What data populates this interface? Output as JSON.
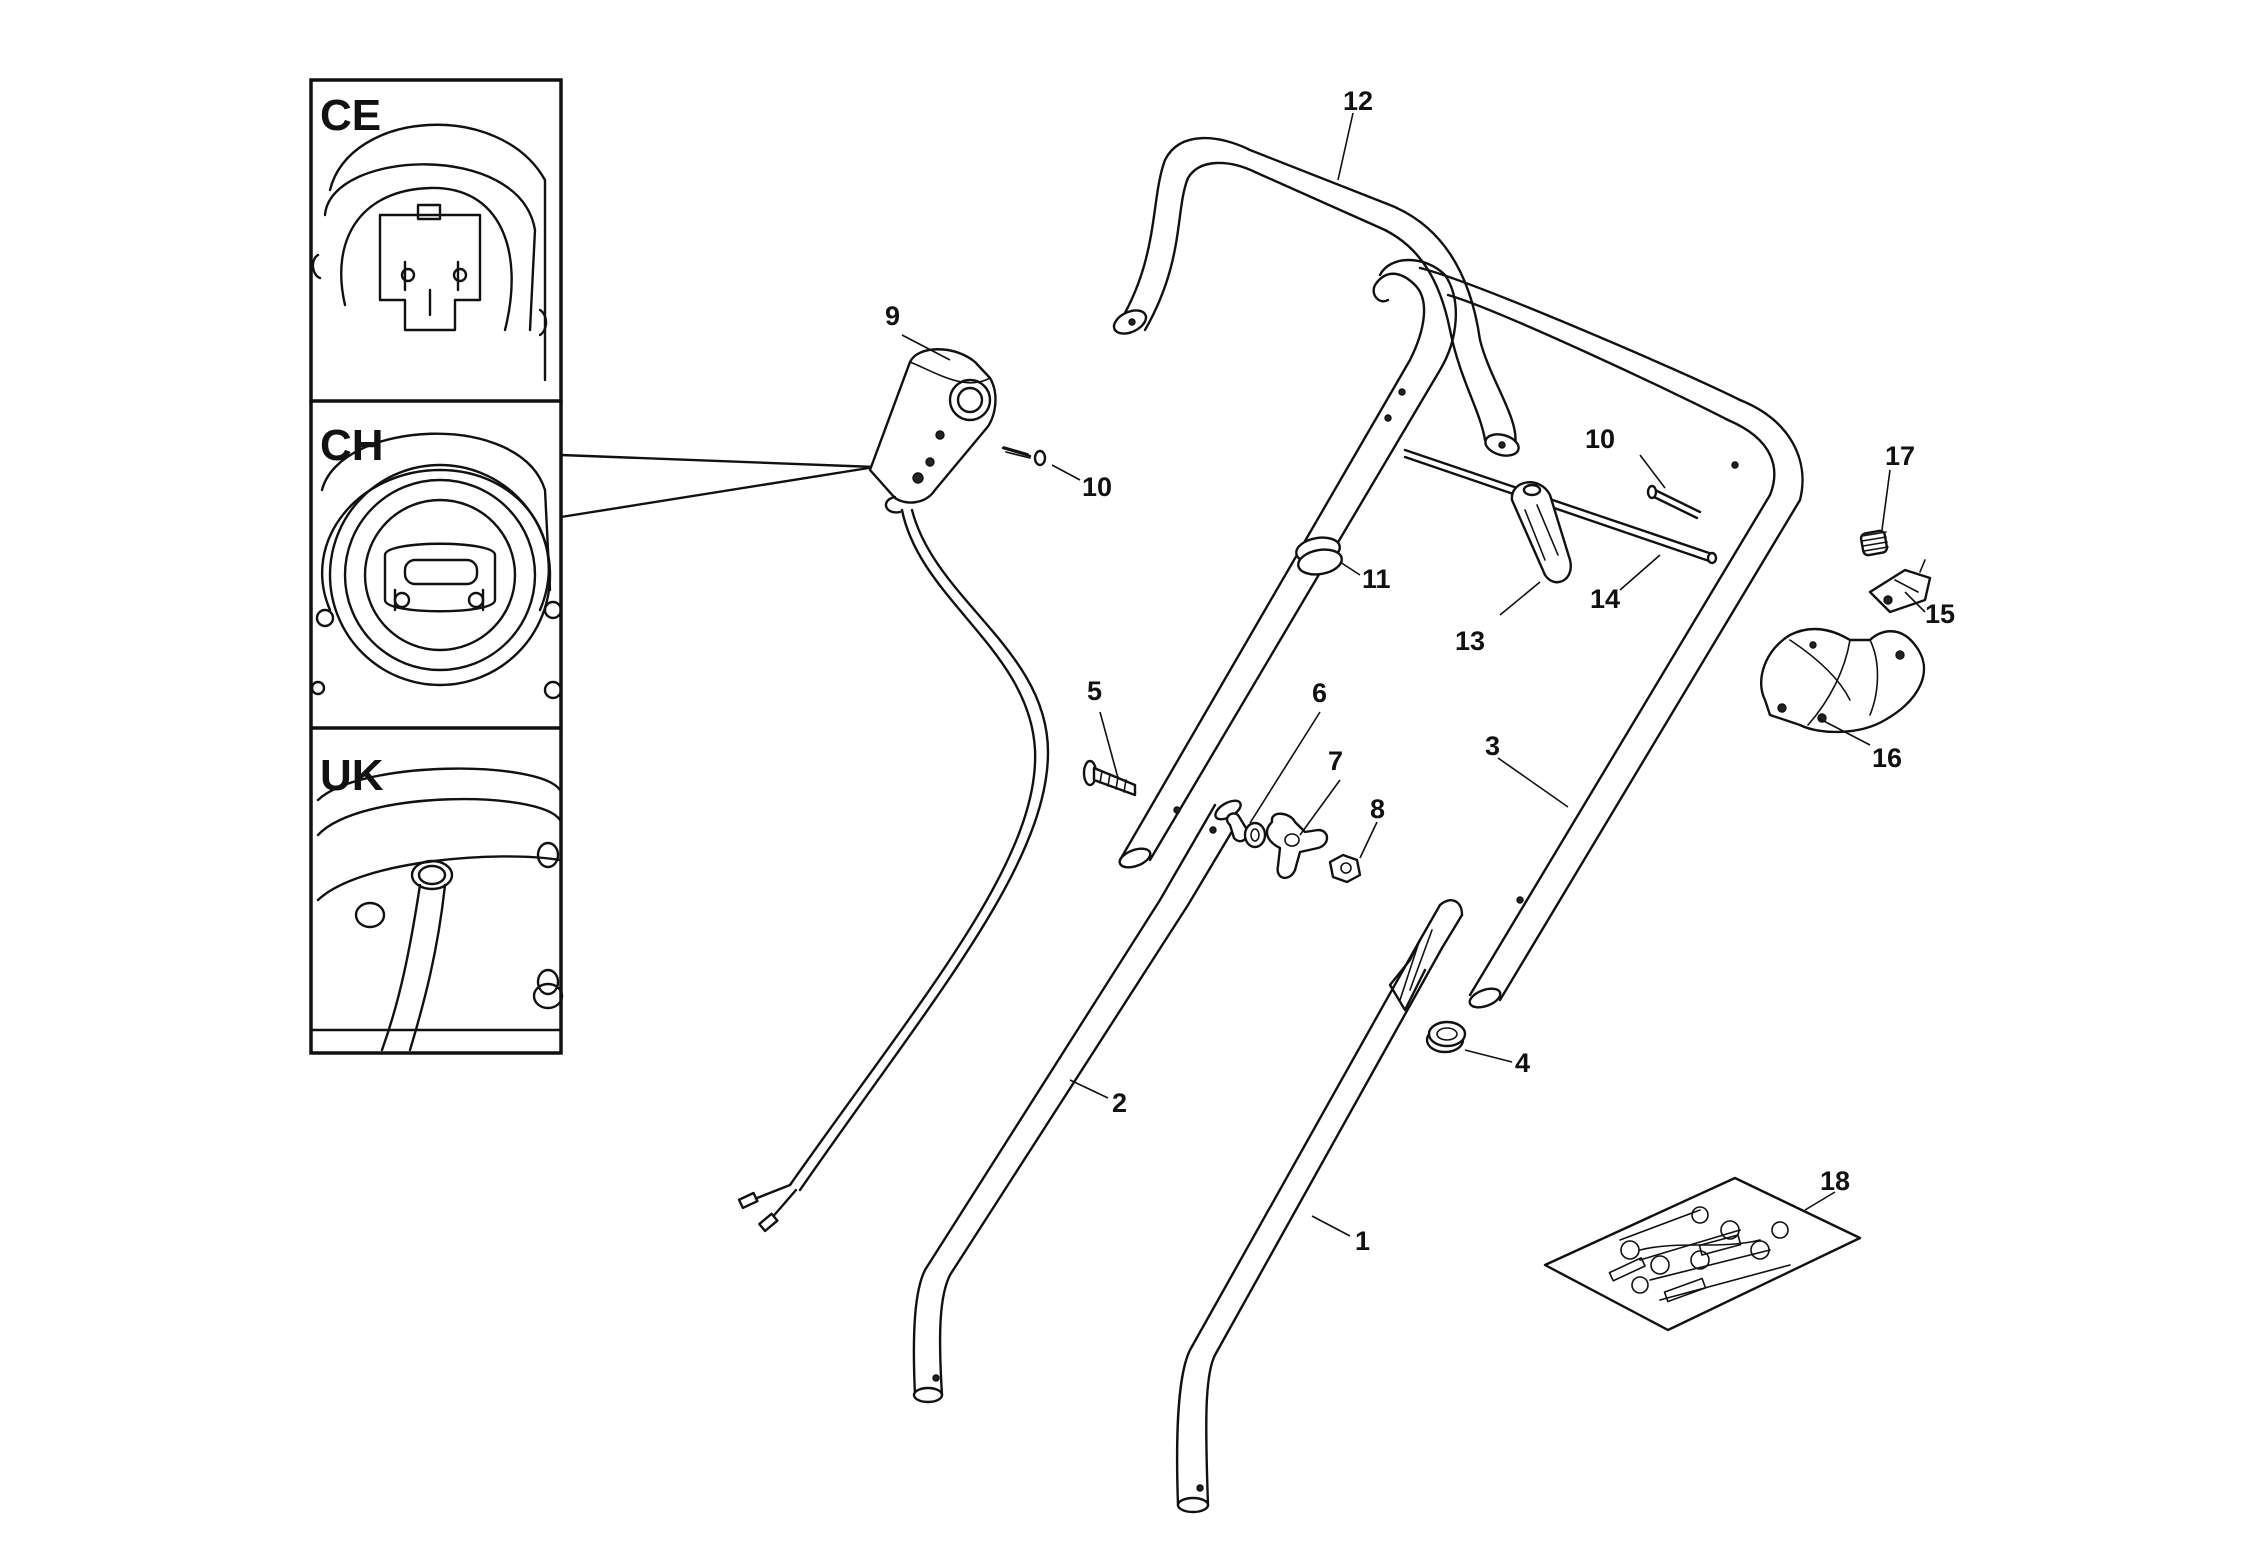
{
  "insets": [
    {
      "id": "ce",
      "label": "CE"
    },
    {
      "id": "ch",
      "label": "CH"
    },
    {
      "id": "uk",
      "label": "UK"
    }
  ],
  "callouts": {
    "p1": "1",
    "p2": "2",
    "p3": "3",
    "p4": "4",
    "p5": "5",
    "p6": "6",
    "p7": "7",
    "p8": "8",
    "p9": "9",
    "p10a": "10",
    "p10b": "10",
    "p11": "11",
    "p12": "12",
    "p13": "13",
    "p14": "14",
    "p15": "15",
    "p16": "16",
    "p17": "17",
    "p18": "18"
  }
}
